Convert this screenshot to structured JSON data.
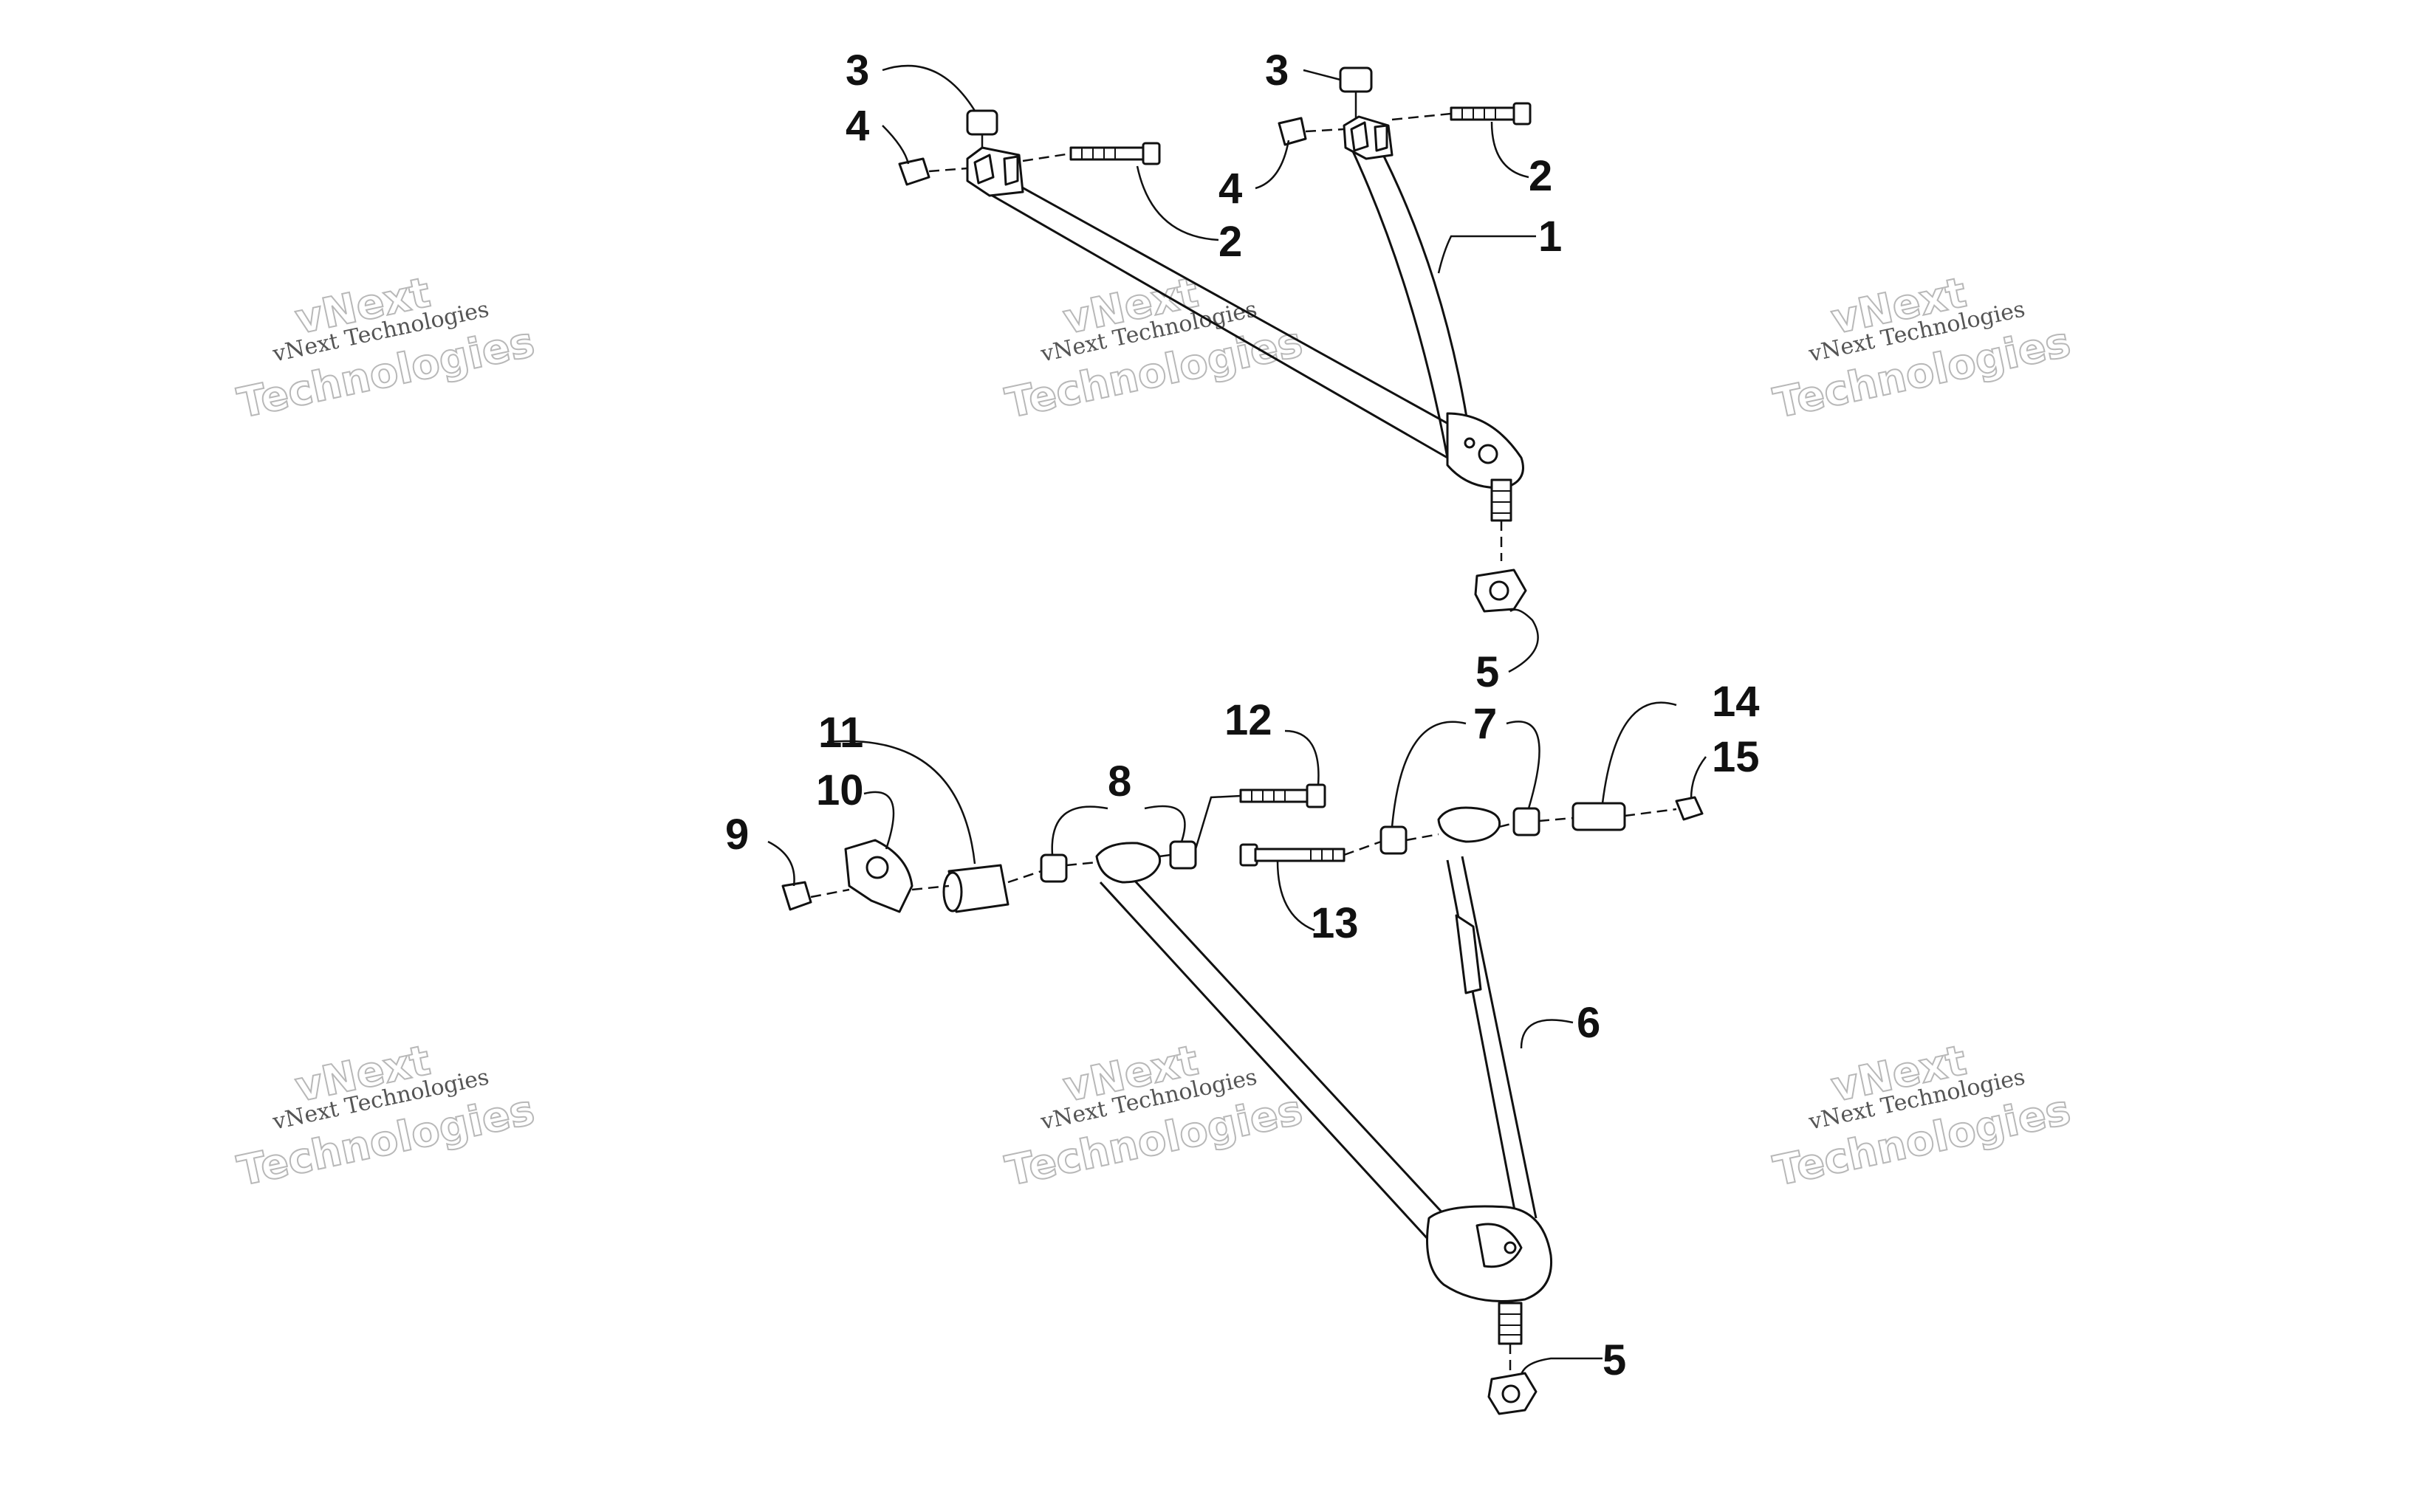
{
  "watermark": {
    "line_small": "vNext Technologies",
    "line_top": "vNext",
    "line_big": "Technologies"
  },
  "callouts": {
    "upper": {
      "c3a": "3",
      "c4a": "4",
      "c2a": "2",
      "c3b": "3",
      "c4b": "4",
      "c2b": "2",
      "c1": "1",
      "c5": "5"
    },
    "lower": {
      "c11": "11",
      "c10": "10",
      "c9": "9",
      "c8": "8",
      "c12": "12",
      "c13": "13",
      "c7": "7",
      "c14": "14",
      "c15": "15",
      "c6": "6",
      "c5": "5"
    }
  }
}
